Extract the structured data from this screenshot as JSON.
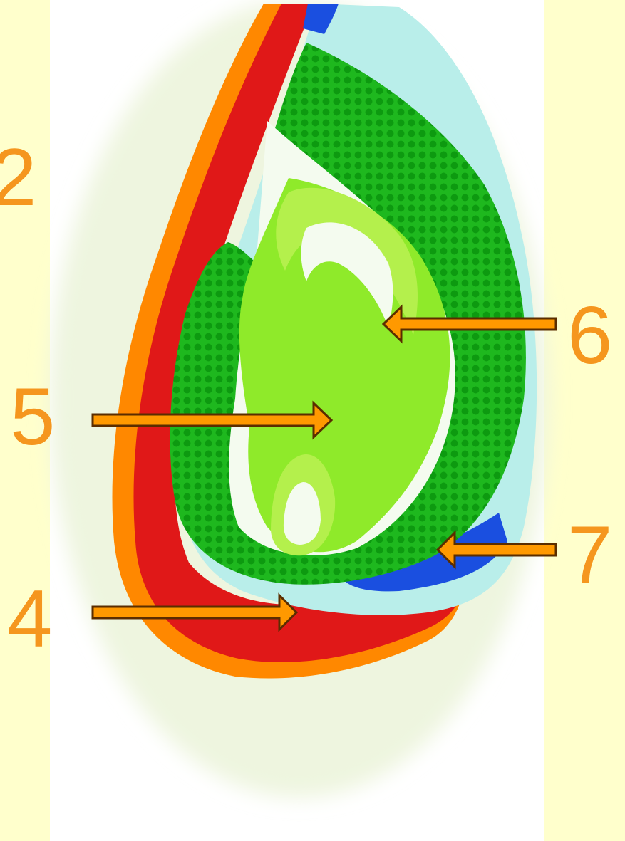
{
  "colors": {
    "background": "#ffffcc",
    "panel": "#ffffff",
    "outer_glow": "#eef5df",
    "pericarp_orange": "#ff8800",
    "seed_coat_red": "#e01818",
    "aleurone_blue": "#1a4fe0",
    "endosperm_cyan": "#b9eeea",
    "scutellum_green": "#1eb81e",
    "scutellum_dots": "#0d9a10",
    "embryo_light_green": "#8fea2a",
    "embryo_inner_green": "#b4f04c",
    "cavity_white": "#f4fbef",
    "label_color": "#f5961e",
    "arrow_fill": "#ff9900",
    "arrow_stroke": "#5a2d00"
  },
  "labels": [
    {
      "id": "label-2",
      "text": "2"
    },
    {
      "id": "label-4",
      "text": "4"
    },
    {
      "id": "label-5",
      "text": "5"
    },
    {
      "id": "label-6",
      "text": "6"
    },
    {
      "id": "label-7",
      "text": "7"
    }
  ],
  "arrows": [
    {
      "id": "arrow-5",
      "direction": "right"
    },
    {
      "id": "arrow-4",
      "direction": "right"
    },
    {
      "id": "arrow-6",
      "direction": "left"
    },
    {
      "id": "arrow-7",
      "direction": "left"
    }
  ]
}
